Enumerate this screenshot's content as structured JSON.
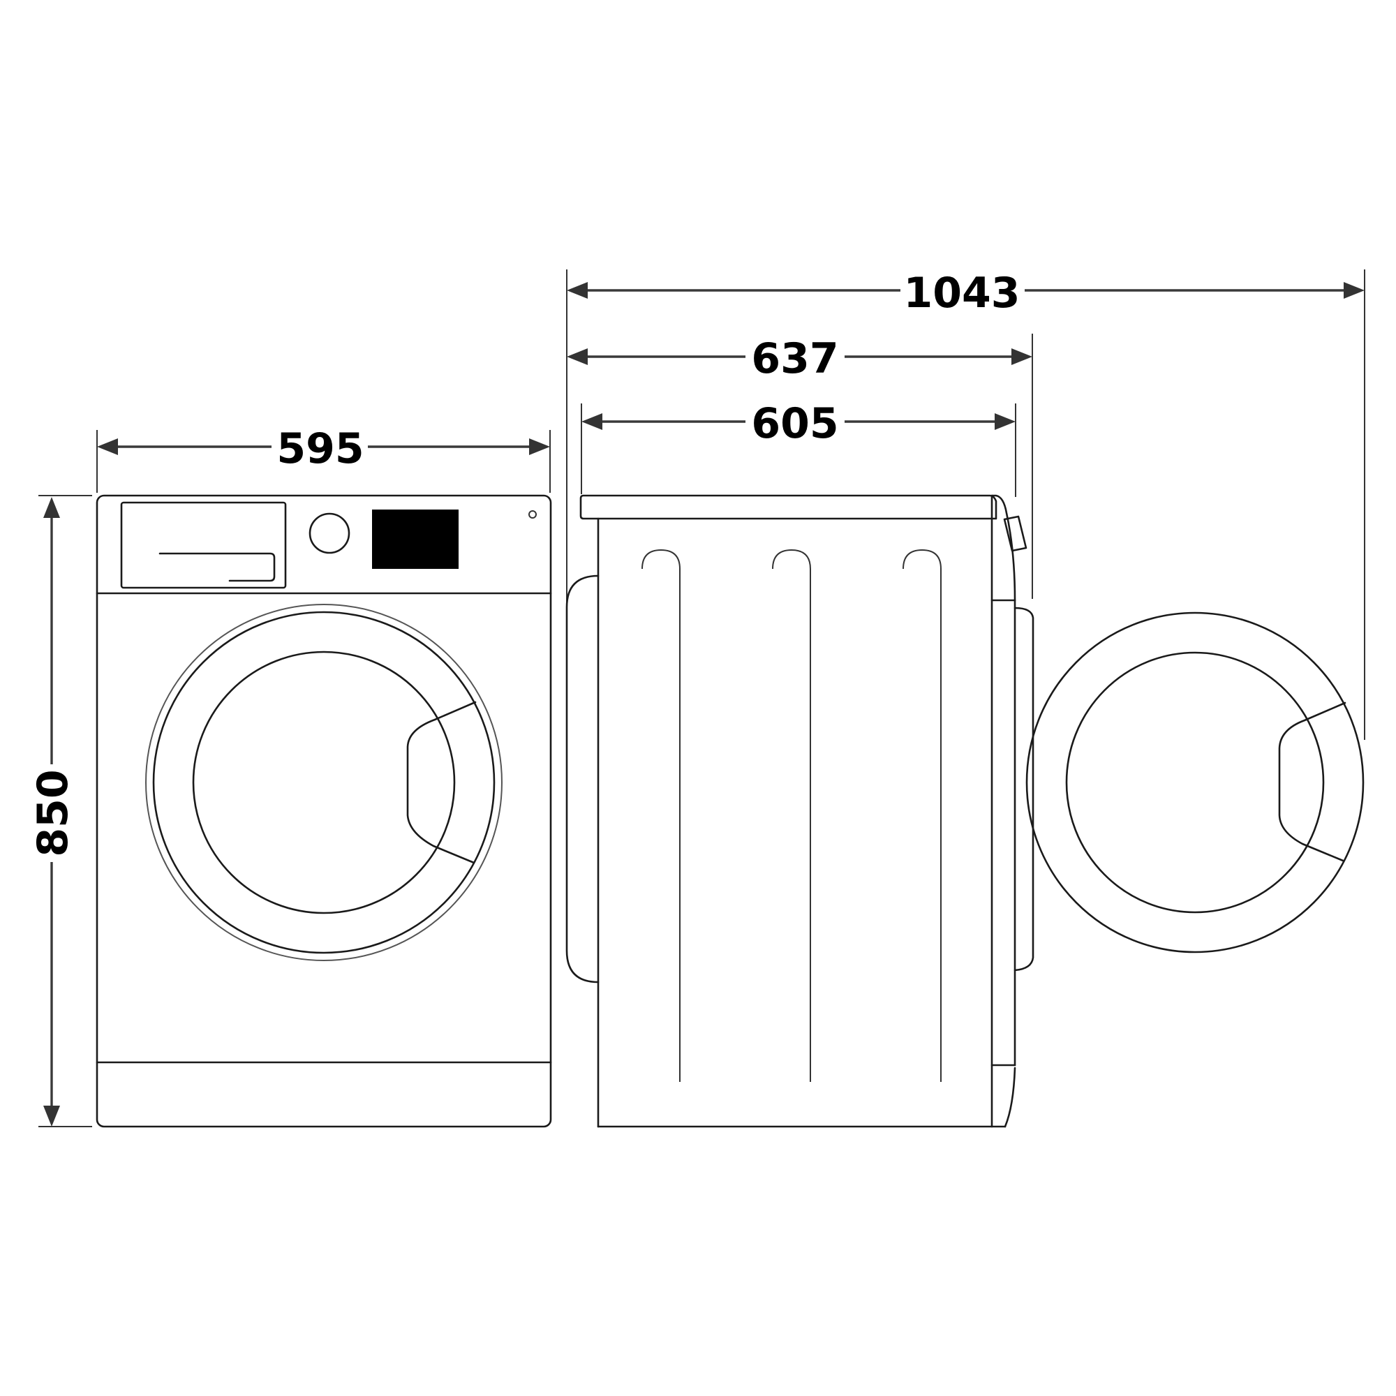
{
  "diagram": {
    "subject": "Washing machine dimension drawing",
    "units": "mm",
    "views": [
      "front",
      "side",
      "side-door-open"
    ],
    "colors": {
      "line": "#1a1a1a",
      "dimension": "#3a3a3a",
      "display": "#000000",
      "background": "#ffffff"
    }
  },
  "dimensions": {
    "width": {
      "label": "595",
      "value": 595,
      "orientation": "horizontal",
      "view": "front"
    },
    "height": {
      "label": "850",
      "value": 850,
      "orientation": "vertical",
      "view": "front"
    },
    "depth_body": {
      "label": "605",
      "value": 605,
      "orientation": "horizontal",
      "view": "side"
    },
    "depth_with_door": {
      "label": "637",
      "value": 637,
      "orientation": "horizontal",
      "view": "side"
    },
    "depth_door_open": {
      "label": "1043",
      "value": 1043,
      "orientation": "horizontal",
      "view": "side"
    }
  },
  "front_view": {
    "parts": [
      "detergent-drawer",
      "program-knob",
      "display-panel",
      "power-indicator",
      "door",
      "door-glass",
      "door-handle",
      "kickplate"
    ]
  },
  "side_view": {
    "parts": [
      "top-lid",
      "body",
      "back-bulge",
      "side-ribs",
      "front-panel",
      "door-profile",
      "control-knob-profile"
    ]
  }
}
